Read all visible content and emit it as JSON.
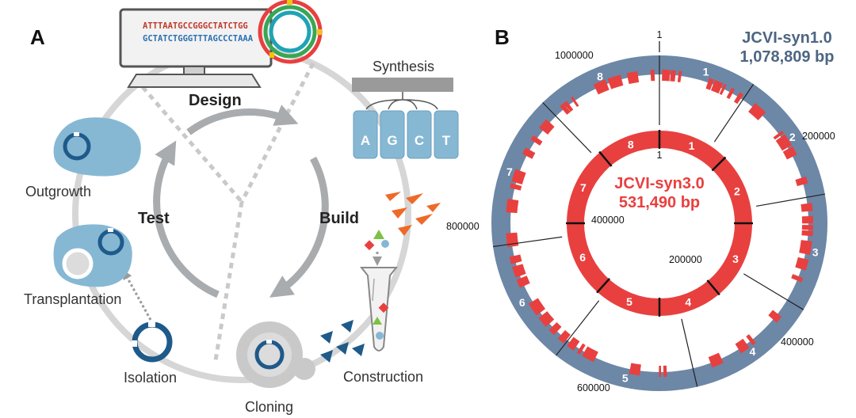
{
  "panel_a": {
    "label": "A",
    "stages": {
      "design": "Design",
      "build": "Build",
      "test": "Test"
    },
    "steps": {
      "synthesis": "Synthesis",
      "construction": "Construction",
      "cloning": "Cloning",
      "isolation": "Isolation",
      "transplantation": "Transplantation",
      "outgrowth": "Outgrowth"
    },
    "nucleotide_vials": [
      "A",
      "G",
      "C",
      "T"
    ],
    "dna_sequence_top": "ATTTAATGCCGGGCTATCTGG",
    "dna_sequence_bottom": "GCTATCTGGGTTTAGCCCTAAA"
  },
  "panel_b": {
    "label": "B",
    "outer_genome": {
      "name": "JCVI-syn1.0",
      "size_label": "1,078,809 bp",
      "length_bp": 1078809,
      "segments": [
        "1",
        "2",
        "3",
        "4",
        "5",
        "6",
        "7",
        "8"
      ],
      "tick_labels": [
        "1",
        "200000",
        "400000",
        "600000",
        "800000",
        "1000000"
      ],
      "ring_color": "#6d87a6"
    },
    "inner_genome": {
      "name": "JCVI-syn3.0",
      "size_label": "531,490 bp",
      "length_bp": 531490,
      "segments": [
        "1",
        "2",
        "3",
        "4",
        "5",
        "6",
        "7",
        "8"
      ],
      "tick_labels": [
        "1",
        "200000",
        "400000"
      ],
      "ring_color": "#e8403f"
    }
  },
  "colors": {
    "cycle_gray": "#c9c9c9",
    "arrow_gray": "#a9acaf",
    "cell_blue": "#86b8d4",
    "dark_blue": "#1e5a8a",
    "red": "#e8403f",
    "orange": "#ee6a28",
    "slate": "#6d87a6"
  }
}
